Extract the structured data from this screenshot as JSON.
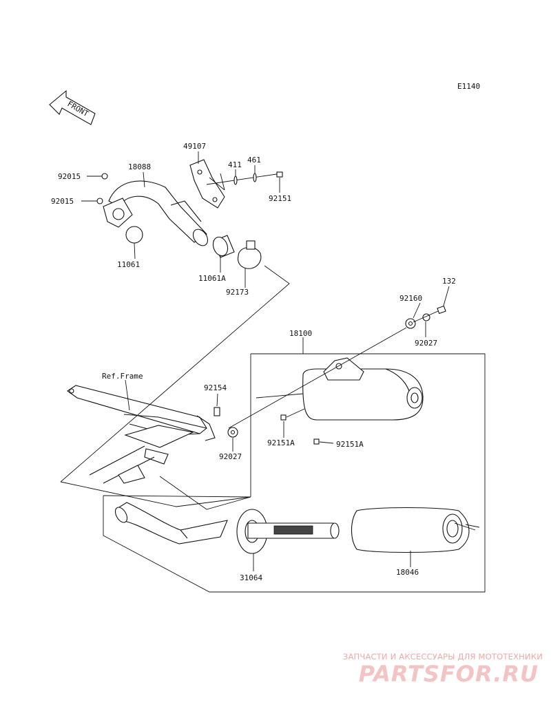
{
  "diagram_code": "E1140",
  "front_label": "FRONT",
  "ref_frame_label": "Ref.Frame",
  "parts": {
    "p92015a": "92015",
    "p92015b": "92015",
    "p18088": "18088",
    "p49107": "49107",
    "p411": "411",
    "p461": "461",
    "p92151": "92151",
    "p11061": "11061",
    "p11061a": "11061A",
    "p92173": "92173",
    "p132": "132",
    "p92160": "92160",
    "p92027a": "92027",
    "p18100": "18100",
    "p92154": "92154",
    "p92027b": "92027",
    "p92151a1": "92151A",
    "p92151a2": "92151A",
    "p31064": "31064",
    "p18046": "18046"
  },
  "watermark": {
    "tagline": "ЗАПЧАСТИ И АКСЕССУАРЫ ДЛЯ МОТОТЕХНИКИ",
    "logo": "PARTSFOR.RU"
  },
  "colors": {
    "line": "#111111",
    "watermark_text": "#f0a7a7",
    "watermark_logo": "#f4c4c4"
  }
}
